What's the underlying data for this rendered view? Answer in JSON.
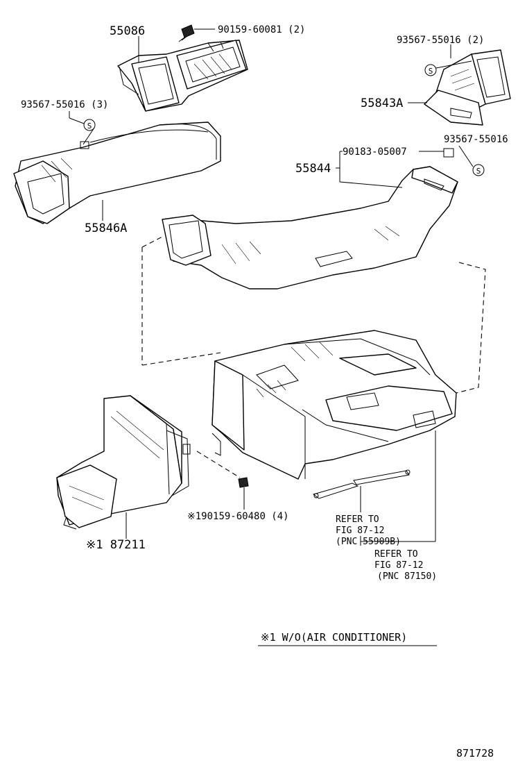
{
  "labels": {
    "p55086": "55086",
    "p90159_60081": "90159-60081 (2)",
    "p93567_55016_2": "93567-55016 (2)",
    "p93567_55016_3": "93567-55016 (3)",
    "p55843A": "55843A",
    "p93567_55016": "93567-55016",
    "p90183_05007": "90183-05007",
    "p55844": "55844",
    "p55846A": "55846A",
    "p90159_60480": "※190159-60480 (4)",
    "p87211": "※1 87211",
    "ref1_line1": "REFER TO",
    "ref1_line2": "FIG 87-12",
    "ref1_line3": "(PNC 55909B)",
    "ref2_line1": "REFER TO",
    "ref2_line2": "FIG 87-12",
    "ref2_line3": "(PNC 87150)",
    "note": "※1 W/O(AIR CONDITIONER)",
    "figure_number": "871728",
    "screw_symbol": "S"
  }
}
